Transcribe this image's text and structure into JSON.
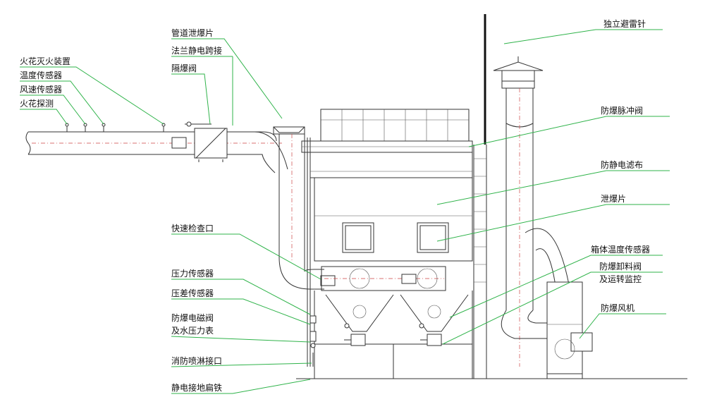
{
  "colors": {
    "leader": "#2fb34a",
    "equipment": "#333333",
    "centerline": "#cc4444",
    "text": "#111111"
  },
  "labels": {
    "spark_extinguish": "火花灭火装置",
    "temp_sensor": "温度传感器",
    "wind_sensor": "风速传感器",
    "spark_detect": "火花探测",
    "pipe_vent": "管道泄爆片",
    "flange_jumper": "法兰静电跨接",
    "isolation_valve": "隔爆阀",
    "quick_inspect": "快速检查口",
    "pressure_sensor": "压力传感器",
    "diff_pressure_sensor": "压差传感器",
    "solenoid_valve_1": "防爆电磁阀",
    "solenoid_valve_2": "及水压力表",
    "fire_sprinkler": "消防喷淋接口",
    "ground_iron": "静电接地扁铁",
    "lightning_rod": "独立避雷针",
    "pulse_valve": "防爆脉冲阀",
    "antistatic_bag": "防静电滤布",
    "vent_panel": "泄爆片",
    "box_temp_sensor": "箱体温度传感器",
    "discharge_valve_1": "防爆卸料阀",
    "discharge_valve_2": "及运转监控",
    "fan": "防爆风机"
  }
}
